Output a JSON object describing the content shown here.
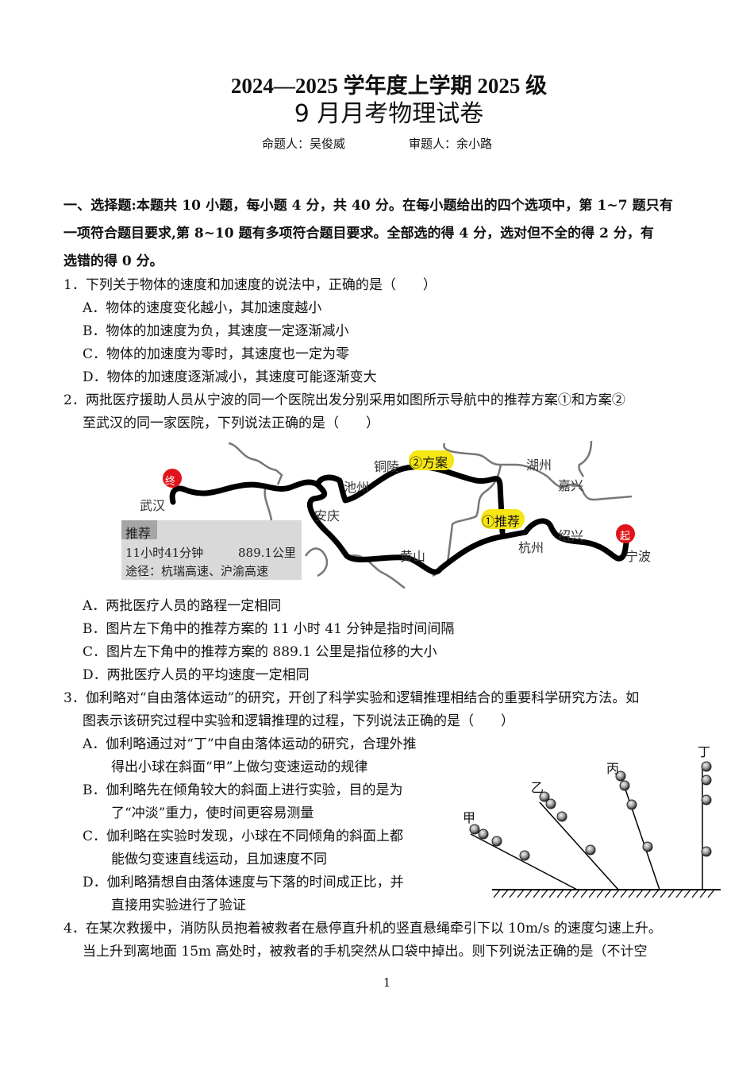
{
  "header": {
    "line1": "2024—2025 学年度上学期 2025 级",
    "line2": "9 月月考物理试卷",
    "author_label": "命题人：吴俊威",
    "reviewer_label": "审题人：余小路"
  },
  "section1": {
    "line1": "一、选择题:本题共 10 小题，每小题 4 分，共 40 分。在每小题给出的四个选项中，第 1~7 题只有",
    "line2": "一项符合题目要求,第 8~10 题有多项符合题目要求。全部选的得 4 分，选对但不全的得 2 分，有",
    "line3": "选错的得 0 分。"
  },
  "questions": [
    {
      "stem": [
        "1．下列关于物体的速度和加速度的说法中，正确的是（　　）"
      ],
      "options": [
        "A．物体的速度变化越小，其加速度越小",
        "B．物体的加速度为负，其速度一定逐渐减小",
        "C．物体的加速度为零时，其速度也一定为零",
        "D．物体的加速度逐渐减小，其速度可能逐渐变大"
      ]
    },
    {
      "stem": [
        "2．两批医疗援助人员从宁波的同一个医院出发分别采用如图所示导航中的推荐方案①和方案②",
        "至武汉的同一家医院，下列说法正确的是（　　）"
      ],
      "options": [
        "A．两批医疗人员的路程一定相同",
        "B．图片左下角中的推荐方案的 11 小时 41 分钟是指时间间隔",
        "C．图片左下角中的推荐方案的 889.1 公里是指位移的大小",
        "D．两批医疗人员的平均速度一定相同"
      ]
    },
    {
      "stem": [
        "3．伽利略对“自由落体运动”的研究，开创了科学实验和逻辑推理相结合的重要科学研究方法。如",
        "图表示该研究过程中实验和逻辑推理的过程，下列说法正确的是（　　）"
      ],
      "options": [
        [
          "A．伽利略通过对“丁”中自由落体运动的研究，合理外推",
          "得出小球在斜面“甲”上做匀变速运动的规律"
        ],
        [
          "B．伽利略先在倾角较大的斜面上进行实验，目的是为",
          "了“冲淡”重力，使时间更容易测量"
        ],
        [
          "C．伽利略在实验时发现，小球在不同倾角的斜面上都",
          "能做匀变速直线运动，且加速度不同"
        ],
        [
          "D．伽利略猜想自由落体速度与下落的时间成正比，并",
          "直接用实验进行了验证"
        ]
      ]
    },
    {
      "stem": [
        "4．在某次救援中，消防队员抱着被救者在悬停直升机的竖直悬绳牵引下以 10m/s 的速度匀速上升。",
        "当上升到离地面 15m 高处时，被救者的手机突然从口袋中掉出。则下列说法正确的是（不计空"
      ]
    }
  ],
  "map_figure": {
    "cities": {
      "wuhan": "武汉",
      "anqing": "安庆",
      "chizhou": "池州",
      "tongling": "铜陵",
      "huangshan": "黄山",
      "huzhou": "湖州",
      "jiaxing": "嘉兴",
      "hangzhou": "杭州",
      "shaoxing": "绍兴",
      "ningbo": "宁波"
    },
    "start_marker": "起",
    "end_marker": "终",
    "plan2_label": "②方案",
    "plan1_label": "①推荐",
    "info_box": {
      "title": "推荐",
      "duration": "11小时41分钟",
      "distance": "889.1公里",
      "route": "途径：杭瑞高速、沪渝高速"
    },
    "colors": {
      "highlight": "#f5e614",
      "marker": "#e0131a",
      "box": "#d9d9d9",
      "box_title": "#a6a6a6"
    }
  },
  "incline_figure": {
    "labels": {
      "jia": "甲",
      "yi": "乙",
      "bing": "丙",
      "ding": "丁"
    }
  },
  "footer": {
    "page_number": "1"
  }
}
